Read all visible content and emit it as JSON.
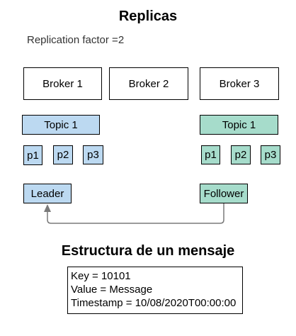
{
  "header": {
    "title": "Replicas"
  },
  "replication_note": "Replication factor =2",
  "brokers": [
    "Broker 1",
    "Broker 2",
    "Broker 3"
  ],
  "topics": [
    {
      "label": "Topic 1",
      "partitions": [
        "p1",
        "p2",
        "p3"
      ],
      "role": "Leader",
      "fill": "#bcd9f1"
    },
    {
      "label": "Topic 1",
      "partitions": [
        "p1",
        "p2",
        "p3"
      ],
      "role": "Follower",
      "fill": "#a6dccb"
    }
  ],
  "message_section": {
    "title": "Estructura de un mensaje",
    "lines": [
      "Key = 10101",
      "Value = Message",
      "Timestamp = 10/08/2020T00:00:00"
    ]
  },
  "colors": {
    "line": "#7a7a7a",
    "border": "#000000"
  }
}
